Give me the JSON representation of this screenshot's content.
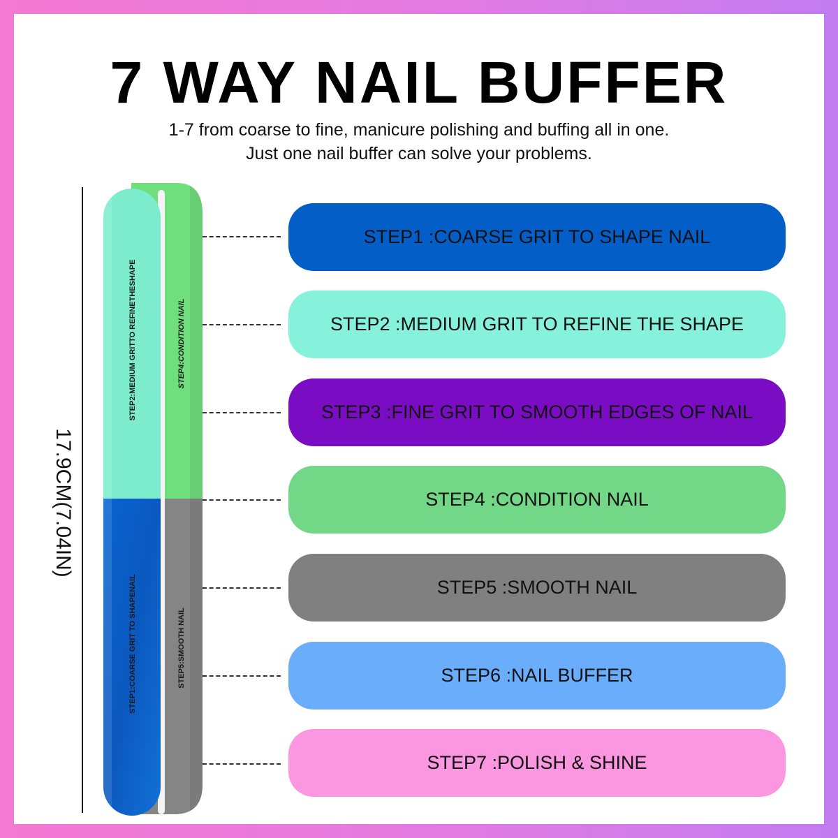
{
  "title": "7 WAY NAIL BUFFER",
  "subtitle_lines": [
    "1-7 from coarse to fine, manicure polishing and buffing all in one.",
    "Just one nail buffer can solve your problems."
  ],
  "dimension_label": "17.9CM(7.04IN)",
  "buffer_faces": {
    "front_top": "STEP2:MEDIUM GRITTO REFINETHESHAPE",
    "side_top": "STEP4:CONDITION NAIL",
    "front_bottom": "STEP1:COARSE GRIT TO SHAPENAIL",
    "side_bottom": "STEP5:SMOOTH NAIL"
  },
  "steps": [
    {
      "label": "STEP1 :COARSE GRIT TO SHAPE NAIL",
      "color": "#045ec7"
    },
    {
      "label": "STEP2 :MEDIUM GRIT TO REFINE THE SHAPE",
      "color": "#86f2db"
    },
    {
      "label": "STEP3 :FINE GRIT TO SMOOTH EDGES OF NAIL",
      "color": "#7a0dc4"
    },
    {
      "label": "STEP4 :CONDITION NAIL",
      "color": "#72d887"
    },
    {
      "label": "STEP5 :SMOOTH NAIL",
      "color": "#808080"
    },
    {
      "label": "STEP6 :NAIL BUFFER",
      "color": "#6aaefb"
    },
    {
      "label": "STEP7 :POLISH & SHINE",
      "color": "#fb96e0"
    }
  ],
  "colors": {
    "frame_left": "#f47ad2",
    "frame_right": "#c27cf0",
    "buffer_teal": "#7deccd",
    "buffer_green": "#6fde7c",
    "buffer_blue": "#0b5fc9",
    "buffer_gray": "#858585"
  }
}
